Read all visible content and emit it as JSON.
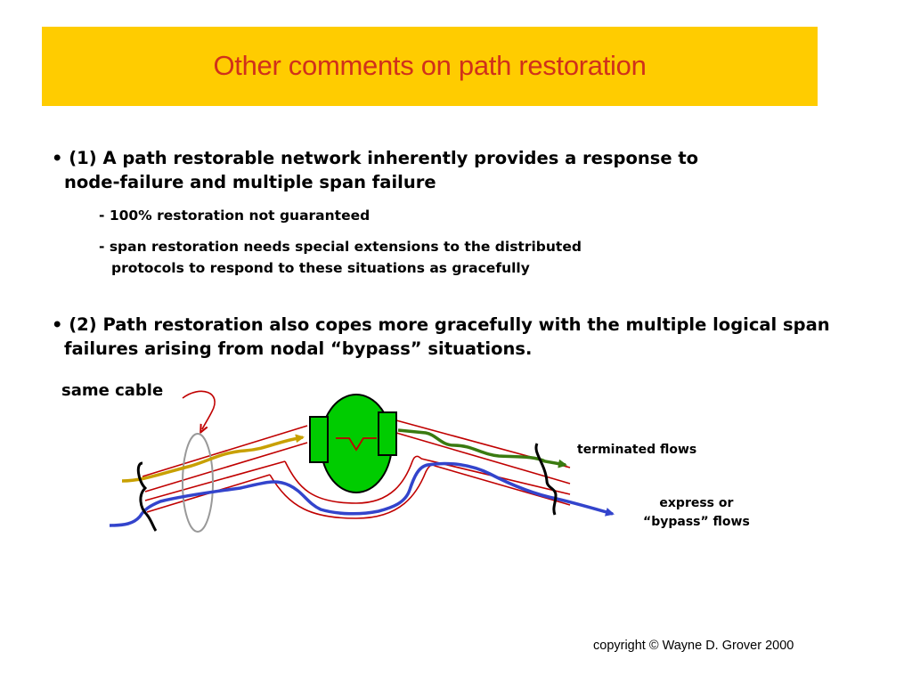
{
  "title": "Other comments on path restoration",
  "bullets": [
    {
      "marker": "•",
      "line1": "(1) A path restorable network inherently provides a response to",
      "line2": "node-failure and multiple span failure",
      "subpoints": [
        {
          "line1": "- 100% restoration not guaranteed",
          "line2": ""
        },
        {
          "line1": "- span restoration needs special extensions to the distributed",
          "line2": "protocols to respond to these situations as gracefully"
        }
      ]
    },
    {
      "marker": "•",
      "line1": "(2) Path restoration also copes more gracefully with the multiple logical span",
      "line2": "failures arising from nodal “bypass” situations."
    }
  ],
  "diagram": {
    "same_cable_label": "same cable",
    "terminated_label": "terminated flows",
    "express_label_line1": "express or",
    "express_label_line2": "“bypass” flows",
    "colors": {
      "cable": "#c00000",
      "node_fill": "#00cc00",
      "terminated_in": "#c8a000",
      "terminated_out": "#3a7a10",
      "express": "#3344cc",
      "ellipse": "#999999"
    }
  },
  "copyright": "copyright © Wayne D. Grover 2000"
}
